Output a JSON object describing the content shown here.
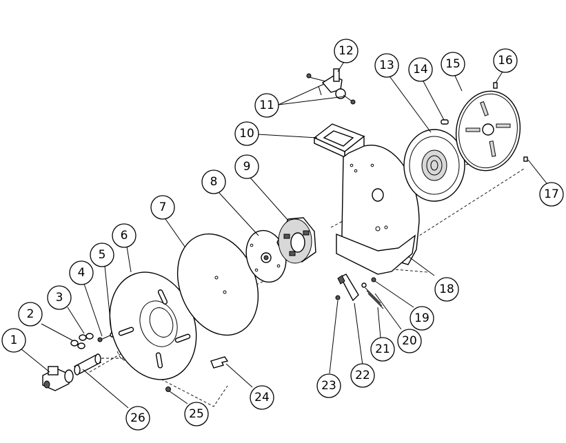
{
  "diagram": {
    "callouts": [
      {
        "id": "c1",
        "label": "1"
      },
      {
        "id": "c2",
        "label": "2"
      },
      {
        "id": "c3",
        "label": "3"
      },
      {
        "id": "c4",
        "label": "4"
      },
      {
        "id": "c5",
        "label": "5"
      },
      {
        "id": "c6",
        "label": "6"
      },
      {
        "id": "c7",
        "label": "7"
      },
      {
        "id": "c8",
        "label": "8"
      },
      {
        "id": "c9",
        "label": "9"
      },
      {
        "id": "c10",
        "label": "10"
      },
      {
        "id": "c11",
        "label": "11"
      },
      {
        "id": "c12",
        "label": "12"
      },
      {
        "id": "c13",
        "label": "13"
      },
      {
        "id": "c14",
        "label": "14"
      },
      {
        "id": "c15",
        "label": "15"
      },
      {
        "id": "c16",
        "label": "16"
      },
      {
        "id": "c17",
        "label": "17"
      },
      {
        "id": "c18",
        "label": "18"
      },
      {
        "id": "c19",
        "label": "19"
      },
      {
        "id": "c20",
        "label": "20"
      },
      {
        "id": "c21",
        "label": "21"
      },
      {
        "id": "c22",
        "label": "22"
      },
      {
        "id": "c23",
        "label": "23"
      },
      {
        "id": "c24",
        "label": "24"
      },
      {
        "id": "c25",
        "label": "25"
      },
      {
        "id": "c26",
        "label": "26"
      }
    ]
  }
}
